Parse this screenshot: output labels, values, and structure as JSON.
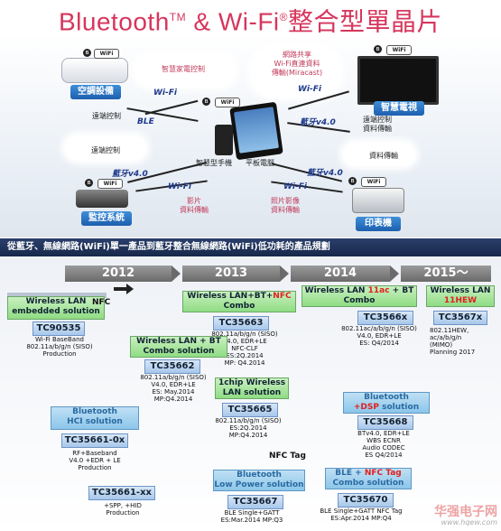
{
  "title": {
    "text": "Bluetooth",
    "tm": "TM",
    "amp": " & Wi-Fi",
    "reg": "®",
    "rest": "整合型單晶片"
  },
  "diagram": {
    "devices": {
      "aircon": "空調設備",
      "tv": "智慧電視",
      "camera": "監控系統",
      "printer": "印表機",
      "phone": "智慧型手機",
      "tablet": "平板電腦"
    },
    "notes": {
      "smart_home": "智慧家電控制",
      "wifi_direct": "網路共享\nWi-Fi直連資料\n傳輸(Miracast)",
      "remote1": "遠端控制",
      "remote2": "遠端控制",
      "remote_tv": "遠端控制\n資料傳輸",
      "data_print": "資料傳輸",
      "video": "影片\n資料傳輸",
      "photo": "照片影像\n資料傳輸"
    },
    "links": {
      "wifi": "Wi-Fi",
      "ble": "BLE",
      "bt40": "藍牙v4.0"
    },
    "badge_wifi": "WiFi",
    "badge_bt": "ʙ"
  },
  "banner": "從藍牙、無線網路(WiFi)單一產品到藍牙整合無線網路(WiFi)低功耗的產品規劃",
  "years": [
    "2012",
    "2013",
    "2014",
    "2015～"
  ],
  "roadmap": {
    "wlan_embedded": "Wireless LAN\nembedded solution",
    "tc90535": "TC90535",
    "tc90535_desc": "Wi-Fi BaseBand\n802.11a/b/g/n (SISO)\nProduction",
    "nfc": "NFC",
    "combo2013_a": "Wireless LAN+BT+",
    "combo2013_nfc": "NFC",
    "combo2013_b": "Combo",
    "tc35663": "TC35663",
    "tc35663_desc": "802.11a/b/g/n (SISO)\nV4.0, EDR+LE\nNFC-CLF\nES:2Q.2014\nMP: Q4.2014",
    "wlan_bt_combo": "Wireless LAN + BT\nCombo solution",
    "tc35662": "TC35662",
    "tc35662_desc": "802.11a/b/g/n (SISO)\nV4.0, EDR+LE\nES: May.2014\nMP:Q4.2014",
    "onechip": "1chip Wireless\nLAN solution",
    "tc35665": "TC35665",
    "tc35665_desc": "802.11a/b/g/n (SISO)\nES:2Q.2014\nMP:Q4.2014",
    "combo2014_a": "Wireless LAN ",
    "combo2014_11ac": "11ac",
    "combo2014_b": " + BT",
    "combo2014_c": "Combo",
    "tc3566x": "TC3566x",
    "tc3566x_desc": "802.11ac/a/b/g/n (SISO)\nV4.0, EDR+LE\nES: Q4/2014",
    "wlan2015_a": "Wireless LAN",
    "wlan2015_b": "11HEW",
    "tc3567x": "TC3567x",
    "tc3567x_desc": "802.11HEW,\nac/a/b/g/n\n(MIMO)\nPlanning  2017",
    "bt_hci": "Bluetooth\nHCI solution",
    "tc35661_0x": "TC35661-0x",
    "tc35661_0x_desc": "RF+Baseband\nV4.0 +EDR + LE\nProduction",
    "tc35661_xx": "TC35661-xx",
    "tc35661_xx_desc": "+SPP, +HID\nProduction",
    "bt_dsp_a": "Bluetooth",
    "bt_dsp_b": "+DSP",
    "bt_dsp_c": " solution",
    "tc35668": "TC35668",
    "tc35668_desc": "BTv4.0, EDR+LE\nWBS ECNR\nAudio CODEC\nES Q4/2014",
    "nfc_tag": "NFC Tag",
    "bt_lowpower": "Bluetooth\nLow Power solution",
    "tc35667": "TC35667",
    "tc35667_desc": "BLE Single+GATT\nES:Mar.2014 MP:Q3",
    "ble_nfc_a": "BLE + ",
    "ble_nfc_b": "NFC Tag",
    "ble_nfc_c": "Combo solution",
    "tc35670": "TC35670",
    "tc35670_desc": "BLE Single+GATT NFC Tag\nES:Apr.2014 MP:Q4"
  },
  "watermark": {
    "cn": "华强电子网",
    "url": "www.hqew.com"
  },
  "colors": {
    "title": "#d6365c",
    "note": "#c23a5a",
    "red": "#e02020",
    "green_box": "#8fdc84",
    "blue_box": "#8cc6ea",
    "banner": "#1f3360"
  }
}
